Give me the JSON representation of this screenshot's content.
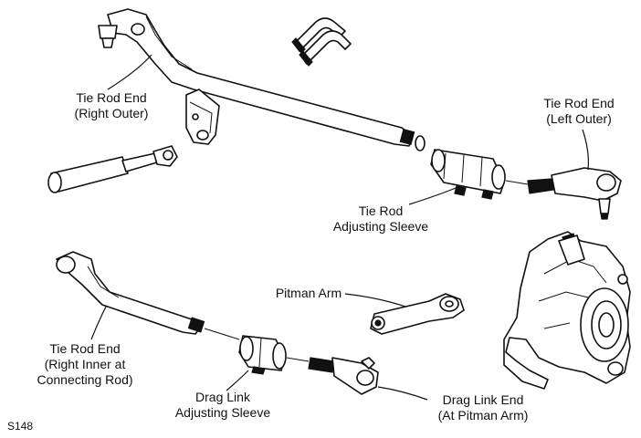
{
  "labels": {
    "tie_rod_end_right_outer": [
      "Tie Rod End",
      "(Right Outer)"
    ],
    "tie_rod_end_left_outer": [
      "Tie Rod End",
      "(Left Outer)"
    ],
    "tie_rod_adjusting_sleeve": [
      "Tie Rod",
      "Adjusting Sleeve"
    ],
    "pitman_arm": [
      "Pitman Arm"
    ],
    "tie_rod_end_right_inner": [
      "Tie Rod End",
      "(Right Inner at",
      "Connecting Rod)"
    ],
    "drag_link_adjusting_sleeve": [
      "Drag Link",
      "Adjusting Sleeve"
    ],
    "drag_link_end": [
      "Drag Link End",
      "(At Pitman Arm)"
    ]
  },
  "figure_code": "S148",
  "colors": {
    "line": "#111111",
    "background": "#ffffff"
  }
}
